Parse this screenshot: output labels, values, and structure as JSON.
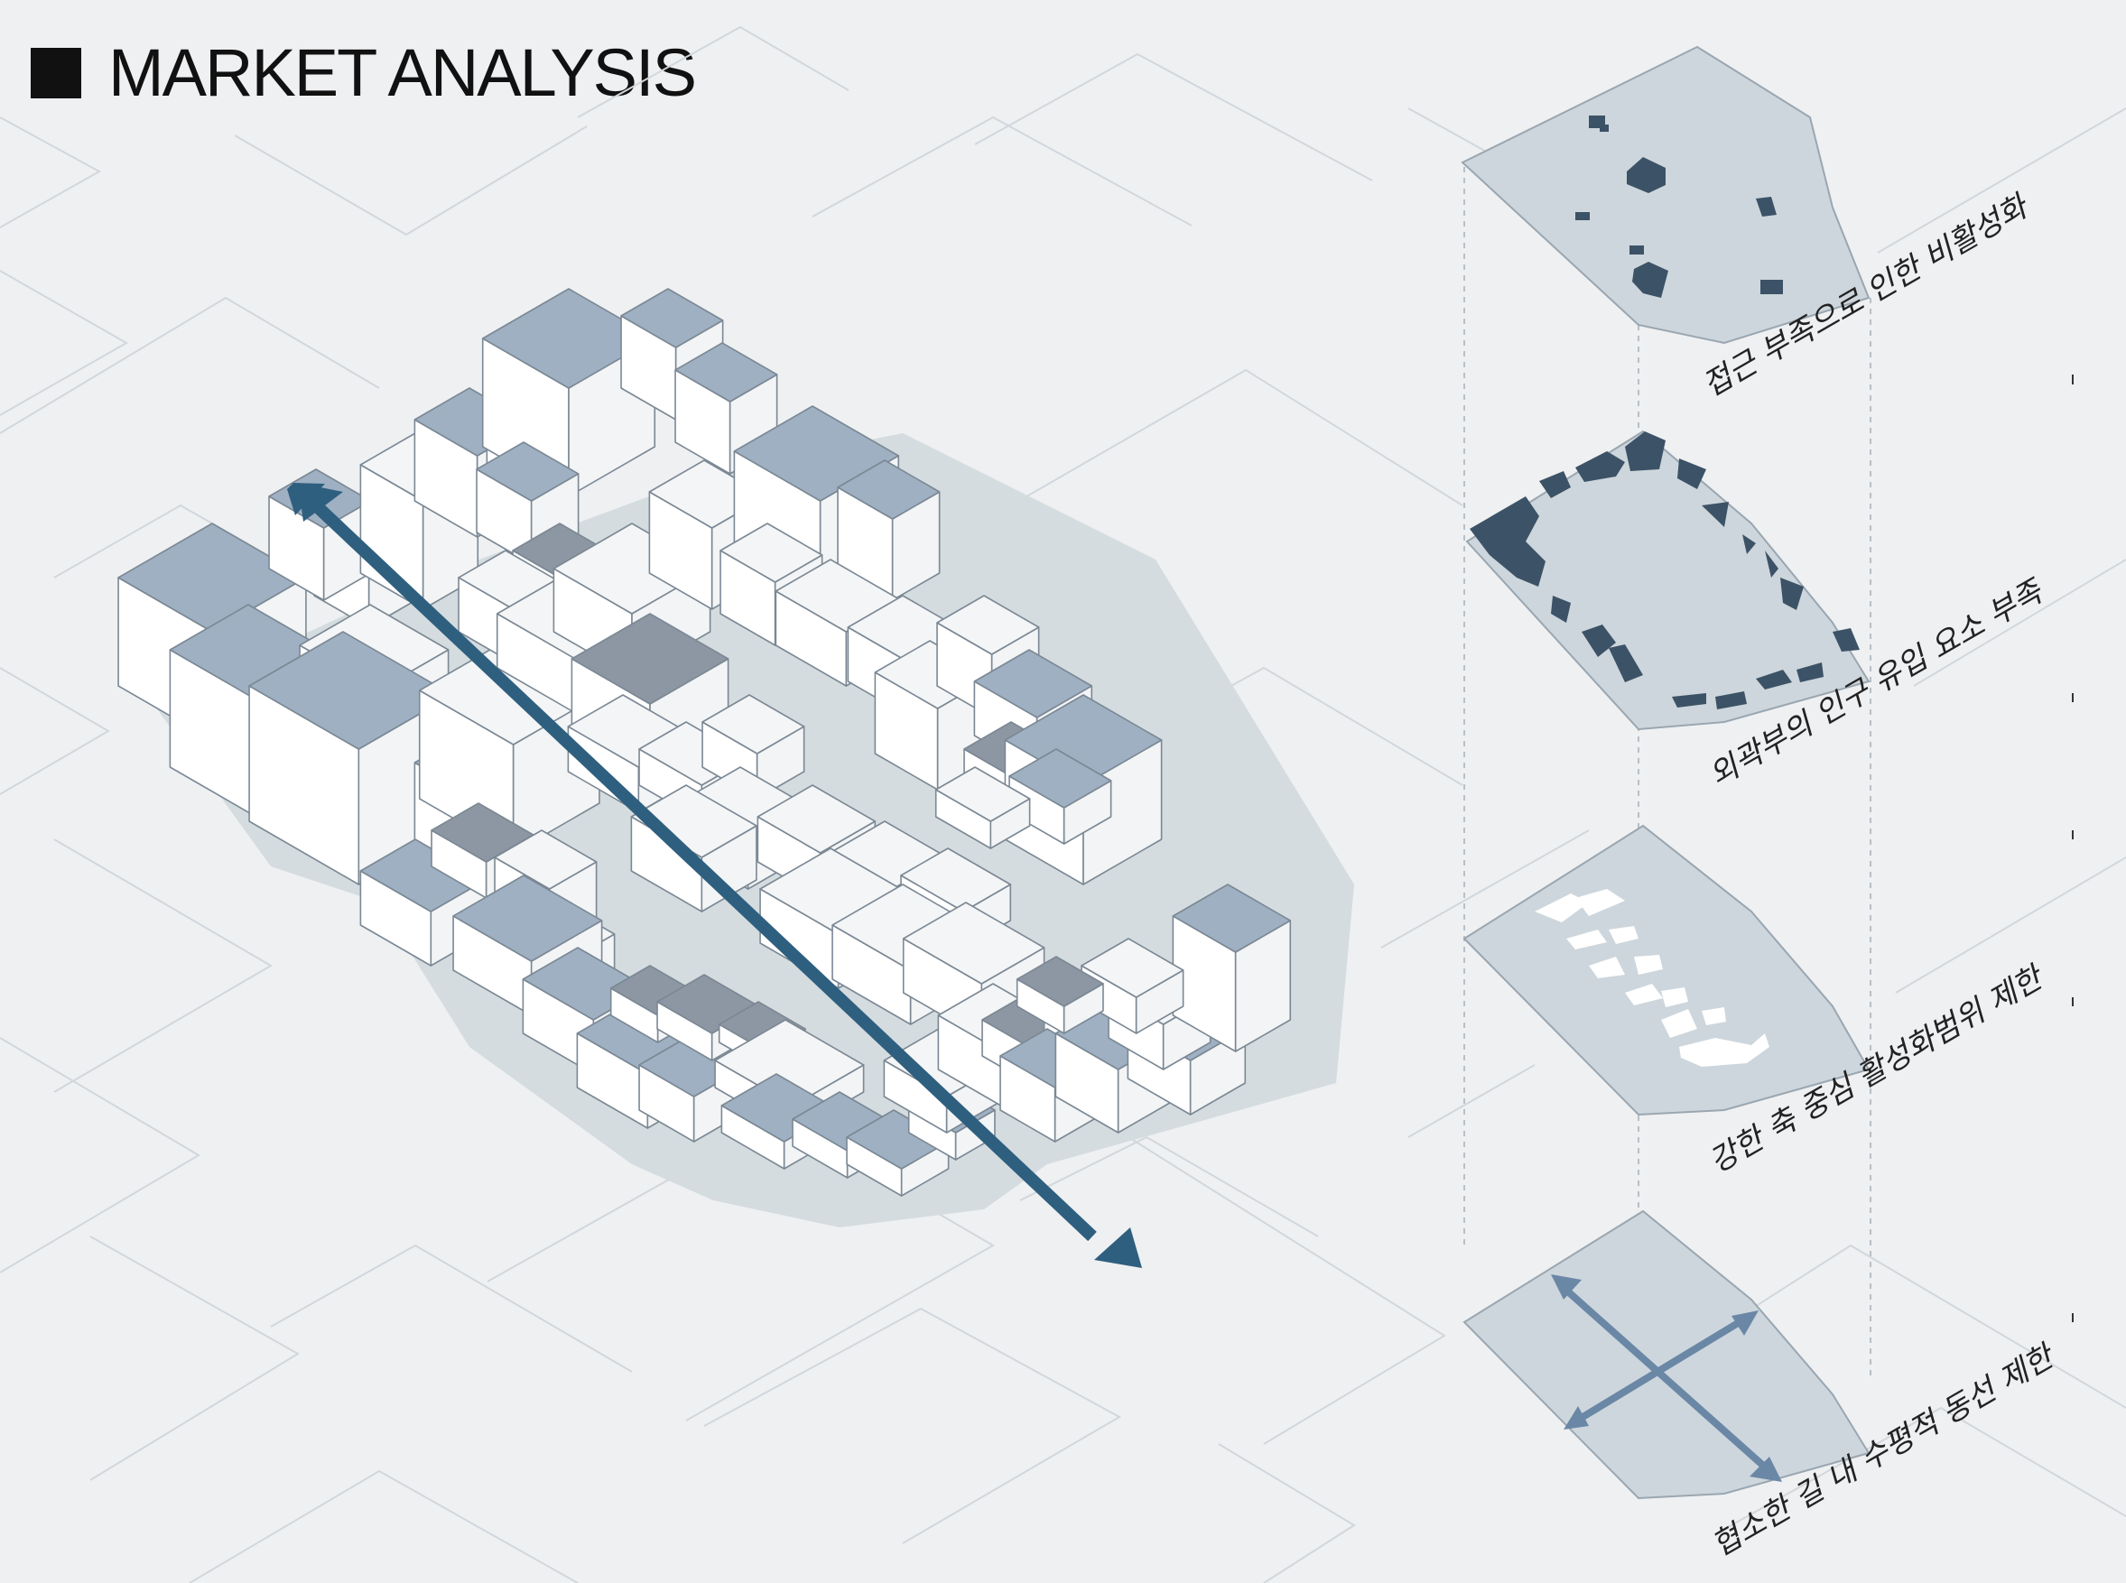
{
  "header": {
    "title": "MARKET ANALYSIS"
  },
  "layers": [
    {
      "label": "접근 부족으로 인한 비활성화"
    },
    {
      "label": "외곽부의 인구 유입 요소 부족"
    },
    {
      "label": "강한 축 중심  활성화범위 제한"
    },
    {
      "label": "협소한 길 내 수평적 동선 제한"
    }
  ],
  "colors": {
    "background": "#eef0f2",
    "grid_line": "#d2d7dc",
    "block_top_accent": "#9eb0c2",
    "block_top_light": "#f4f5f6",
    "block_top_dark": "#8d97a3",
    "wall_light": "#ffffff",
    "ground_shadow": "#d4dcdf",
    "axis_arrow": "#2f5f7f",
    "layer_plate": "#cdd6dc",
    "layer_building": "#3c5266",
    "cross_arrow": "#6a87a6"
  }
}
